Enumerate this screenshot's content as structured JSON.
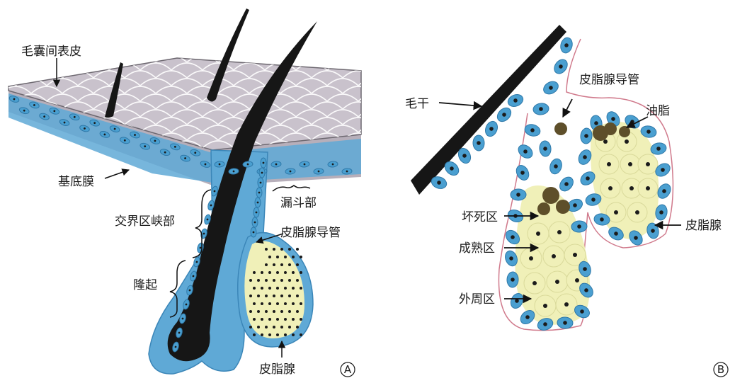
{
  "panel_a": {
    "marker": "A",
    "labels": {
      "interfollicular_epidermis": "毛囊间表皮",
      "basement_membrane": "基底膜",
      "junctional_isthmus": "交界区峡部",
      "bulge": "隆起",
      "infundibulum": "漏斗部",
      "sebaceous_duct": "皮脂腺导管",
      "sebaceous_gland": "皮脂腺"
    }
  },
  "panel_b": {
    "marker": "B",
    "labels": {
      "hair_shaft": "毛干",
      "sebaceous_duct": "皮脂腺导管",
      "sebum": "油脂",
      "necrotic_zone": "坏死区",
      "maturation_zone": "成熟区",
      "peripheral_zone": "外周区",
      "sebaceous_gland": "皮脂腺"
    }
  },
  "colors": {
    "skin_surface": "#c9c2cc",
    "skin_edge": "#6d6870",
    "basal_cell": "#4a9fd0",
    "nucleus": "#1b1b1b",
    "sebocyte": "#f0f0b8",
    "sebum": "#5e4f2a",
    "hair": "#161616",
    "outline": "#d07a8c"
  }
}
